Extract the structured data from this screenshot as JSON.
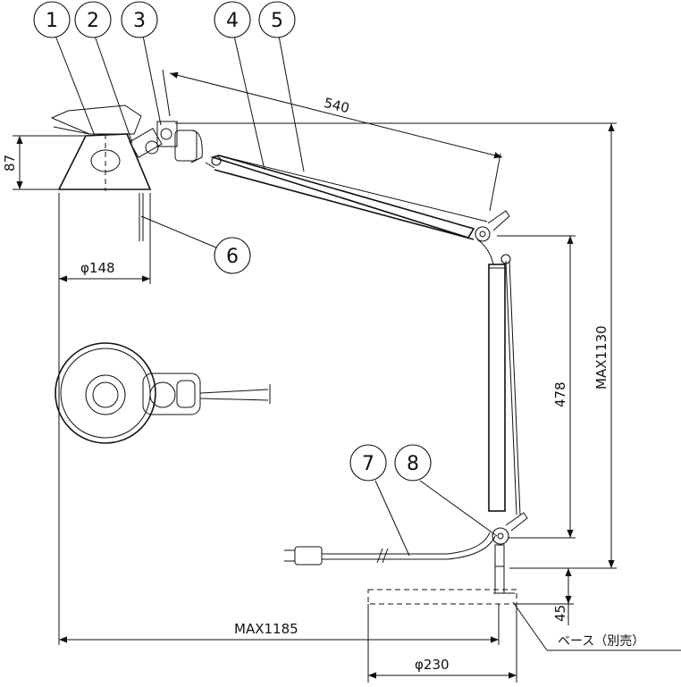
{
  "callouts": [
    {
      "id": "c1",
      "label": "1"
    },
    {
      "id": "c2",
      "label": "2"
    },
    {
      "id": "c3",
      "label": "3"
    },
    {
      "id": "c4",
      "label": "4"
    },
    {
      "id": "c5",
      "label": "5"
    },
    {
      "id": "c6",
      "label": "6"
    },
    {
      "id": "c7",
      "label": "7"
    },
    {
      "id": "c8",
      "label": "8"
    }
  ],
  "dimensions": {
    "arm_length": "540",
    "shade_height": "87",
    "shade_diameter": "φ148",
    "upper_arm_length": "478",
    "max_height": "MAX1130",
    "base_height": "45",
    "max_reach": "MAX1185",
    "base_diameter": "φ230"
  },
  "notes": {
    "base_note": "ベース（別売）"
  }
}
